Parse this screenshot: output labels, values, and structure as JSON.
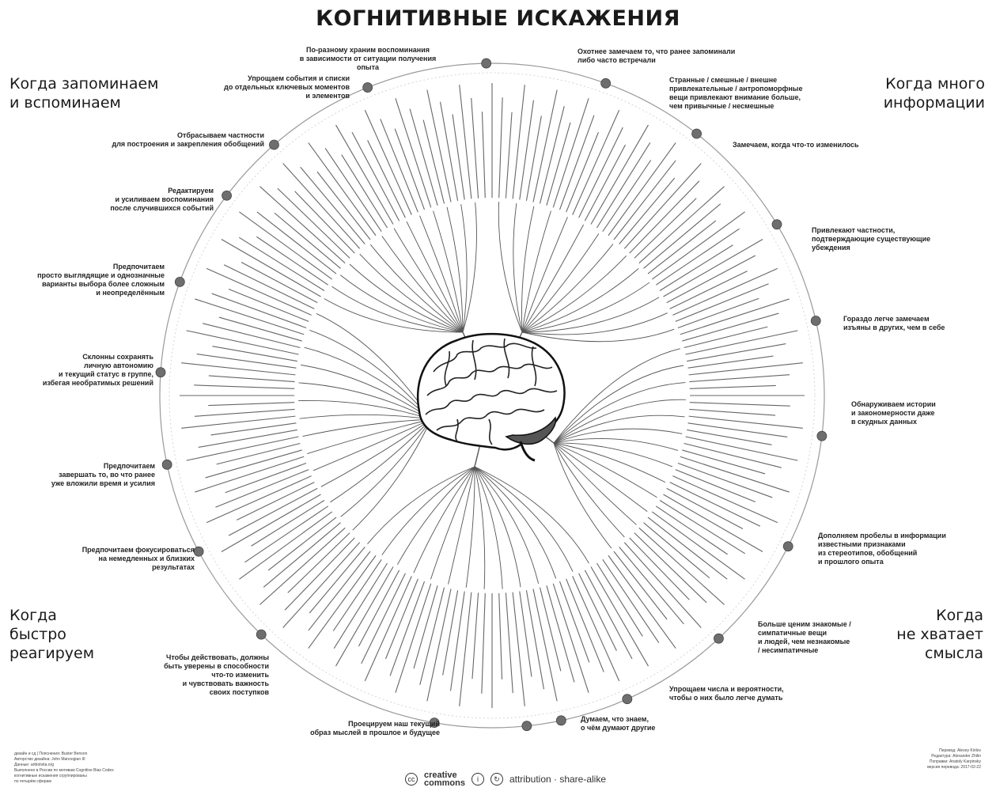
{
  "title": "КОГНИТИВНЫЕ ИСКАЖЕНИЯ",
  "quadrants": {
    "top_left": "Когда запоминаем\nи вспоминаем",
    "top_right": "Когда много\nинформации",
    "bottom_left": "Когда\nбыстро\nреагируем",
    "bottom_right": "Когда\nне хватает\nсмысла"
  },
  "groups": [
    {
      "id": "g1",
      "text": "По-разному храним воспоминания\nв зависимости от ситуации получения\nопыта"
    },
    {
      "id": "g2",
      "text": "Охотнее замечаем то, что ранее запоминали\nлибо часто встречали"
    },
    {
      "id": "g3",
      "text": "Упрощаем события и списки\nдо отдельных ключевых моментов\nи элементов"
    },
    {
      "id": "g4",
      "text": "Странные / смешные / внешне\nпривлекательные / антропоморфные\nвещи привлекают внимание больше,\nчем привычные / несмешные"
    },
    {
      "id": "g5",
      "text": "Отбрасываем частности\nдля построения и закрепления обобщений"
    },
    {
      "id": "g6",
      "text": "Замечаем, когда что-то изменилось"
    },
    {
      "id": "g7",
      "text": "Редактируем\nи усиливаем воспоминания\nпосле случившихся событий"
    },
    {
      "id": "g8",
      "text": "Привлекают частности,\nподтверждающие существующие\nубеждения"
    },
    {
      "id": "g9",
      "text": "Предпочитаем\nпросто выглядящие и однозначные\nварианты выбора более сложным\nи неопределённым"
    },
    {
      "id": "g10",
      "text": "Гораздо легче замечаем\nизъяны в других, чем в себе"
    },
    {
      "id": "g11",
      "text": "Склонны сохранять\nличную автономию\nи текущий статус в группе,\nизбегая необратимых решений"
    },
    {
      "id": "g12",
      "text": "Обнаруживаем истории\nи закономерности даже\nв скудных данных"
    },
    {
      "id": "g13",
      "text": "Предпочитаем\nзавершать то, во что ранее\nуже вложили время и усилия"
    },
    {
      "id": "g14",
      "text": "Дополняем пробелы в информации\nизвестными признаками\nиз стереотипов, обобщений\nи прошлого опыта"
    },
    {
      "id": "g15",
      "text": "Предпочитаем фокусироваться\nна немедленных и близких\nрезультатах"
    },
    {
      "id": "g16",
      "text": "Больше ценим знакомые /\nсимпатичные вещи\nи людей, чем незнакомые\n/ несимпатичные"
    },
    {
      "id": "g17",
      "text": "Чтобы действовать, должны\nбыть уверены в способности\nчто-то изменить\nи чувствовать важность\nсвоих поступков"
    },
    {
      "id": "g18",
      "text": "Упрощаем числа и вероятности,\nчтобы о них было легче думать"
    },
    {
      "id": "g19",
      "text": "Проецируем наш текущий\nобраз мыслей в прошлое и будущее"
    },
    {
      "id": "g20",
      "text": "Думаем, что знаем,\nо чём думают другие"
    }
  ],
  "credits": {
    "left": "дизайн и сд | Пояснения: Buster Benson\nАвторство дизайна: John Manoogian III\nДанные: artbotvita.org\nВыполнено в России по мотивам Cognitive Bias Codex\nкогнитивные искажения сгруппированы\nпо четырём сферам",
    "right": "Перевод: Alexey Kirilov\nРедактура: Alexander Zhilin\nПоправки: Anatoly Karpinsky\nверсия перевода: 2017-02-22"
  },
  "license": "attribution · share-alike",
  "license_logo": "creative\ncommons",
  "colors": {
    "node": "#6e6e6e",
    "line": "#555555",
    "text": "#222222"
  }
}
